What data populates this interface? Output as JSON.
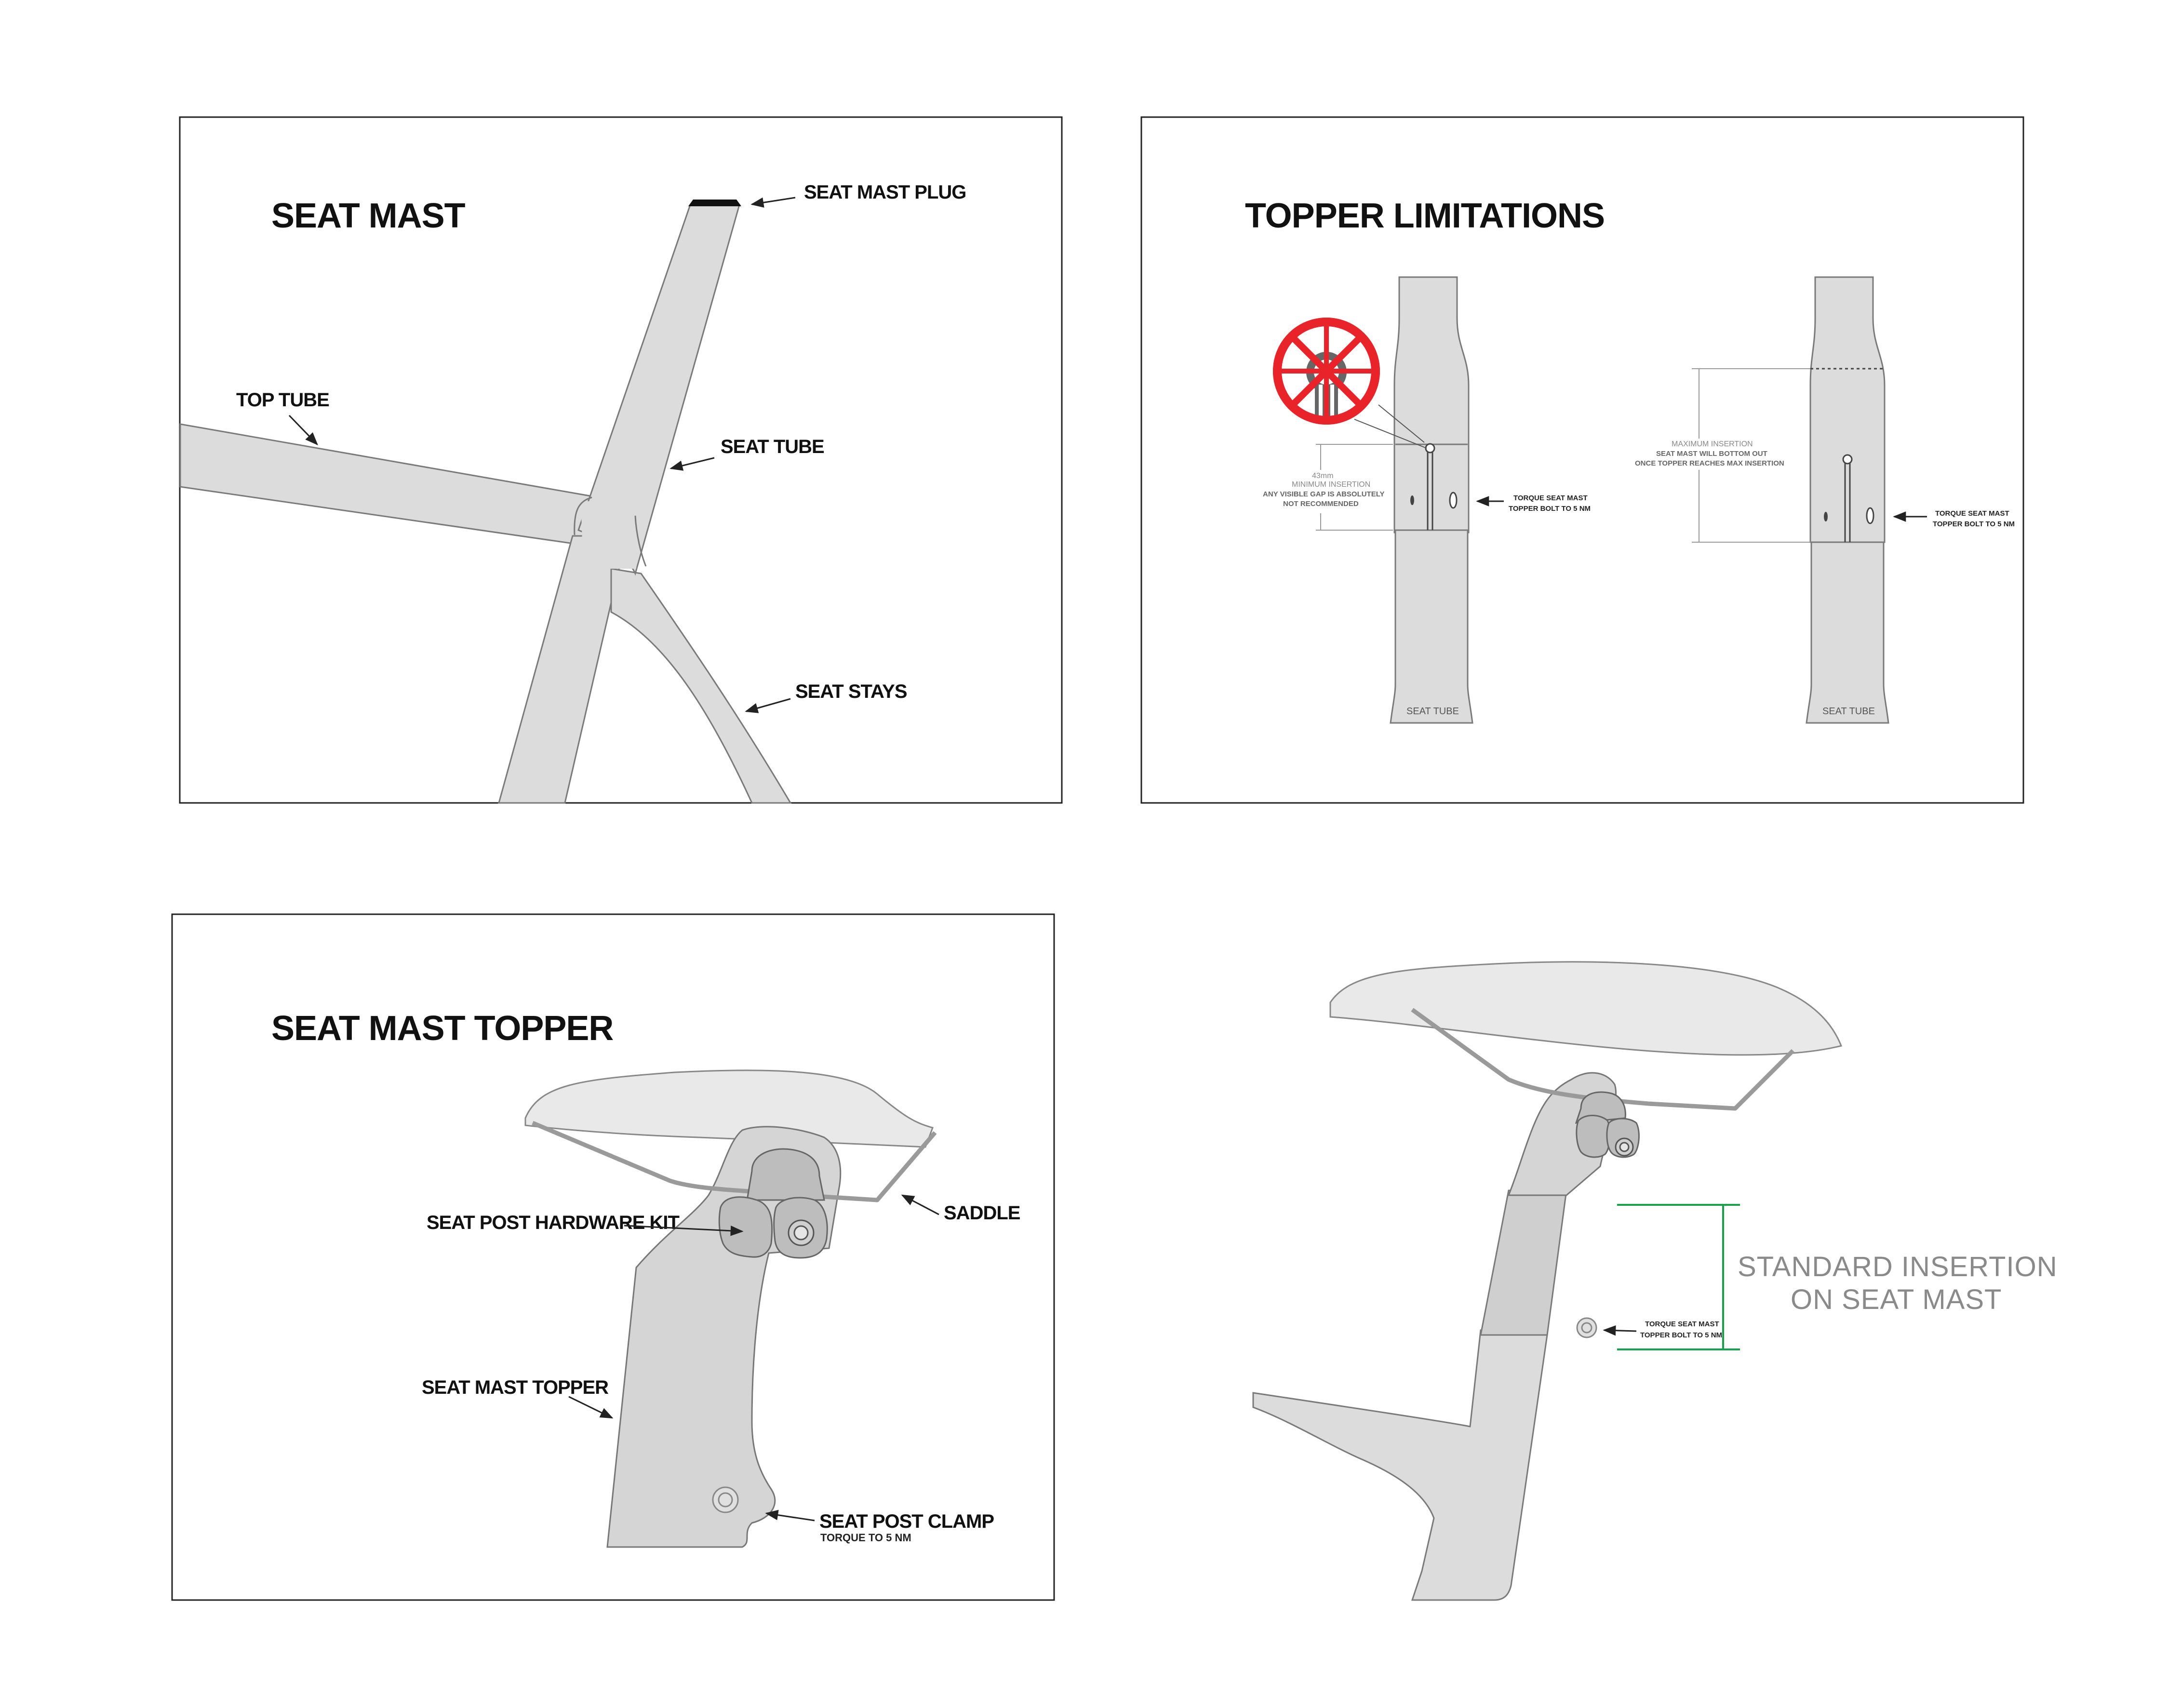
{
  "panels": {
    "seat_mast": {
      "title": "SEAT MAST",
      "labels": {
        "plug": "SEAT MAST PLUG",
        "top_tube": "TOP TUBE",
        "seat_tube": "SEAT TUBE",
        "seat_stays": "SEAT STAYS"
      }
    },
    "topper_limitations": {
      "title": "TOPPER LIMITATIONS",
      "left": {
        "dim_value": "43mm",
        "dim_caption": "MINIMUM INSERTION",
        "warning_line1": "ANY VISIBLE GAP IS ABSOLUTELY",
        "warning_line2": "NOT RECOMMENDED",
        "torque_line1": "TORQUE SEAT MAST",
        "torque_line2": "TOPPER BOLT TO 5 NM",
        "tube_label": "SEAT TUBE"
      },
      "right": {
        "dim_caption": "MAXIMUM INSERTION",
        "note_line1": "SEAT MAST WILL BOTTOM OUT",
        "note_line2": "ONCE TOPPER REACHES MAX INSERTION",
        "torque_line1": "TORQUE SEAT MAST",
        "torque_line2": "TOPPER BOLT TO 5 NM",
        "tube_label": "SEAT TUBE"
      }
    },
    "seat_mast_topper": {
      "title": "SEAT MAST TOPPER",
      "labels": {
        "hardware_kit": "SEAT POST HARDWARE KIT",
        "saddle": "SADDLE",
        "topper": "SEAT MAST TOPPER",
        "clamp": "SEAT POST CLAMP",
        "clamp_torque": "TORQUE TO 5 NM"
      }
    },
    "standard_insertion": {
      "note_line1": "STANDARD INSERTION",
      "note_line2": "ON SEAT MAST",
      "torque_line1": "TORQUE SEAT MAST",
      "torque_line2": "TOPPER BOLT TO 5 NM"
    }
  },
  "colors": {
    "part_fill": "#dcdcdc",
    "outline": "#7a7a7a",
    "warning_red": "#e8232a",
    "insertion_green": "#1aa04a"
  }
}
